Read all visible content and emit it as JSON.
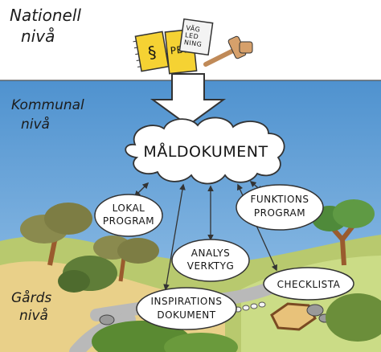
{
  "levels": {
    "national": [
      "Nationell",
      "nivå"
    ],
    "municipal": [
      "Kommunal",
      "nivå"
    ],
    "yard": [
      "Gårds",
      "nivå"
    ]
  },
  "books": {
    "paragraph_symbol": "§",
    "pbl": "PBL",
    "guide": [
      "VÄG",
      "LED",
      "NING"
    ]
  },
  "nodes": {
    "central": "MÅLDOKUMENT",
    "local_program": [
      "LOKAL",
      "PROGRAM"
    ],
    "function_program": [
      "FUNKTIONS",
      "PROGRAM"
    ],
    "analysis_tool": [
      "ANALYS",
      "VERKTYG"
    ],
    "checklist": "CHECKLISTA",
    "inspiration_document": [
      "INSPIRATIONS",
      "DOKUMENT"
    ]
  },
  "colors": {
    "sky": "#5f9fd6",
    "sky_light": "#9cc6ea",
    "ground": "#e9d089",
    "lawn": "#cbdc86",
    "path": "#b9b9b9",
    "tree_crown": "#8a8a4e",
    "tree_trunk": "#9a5b2e",
    "bush": "#5f7d38",
    "book_yellow": "#f5d233",
    "gavel": "#d6a06b"
  }
}
